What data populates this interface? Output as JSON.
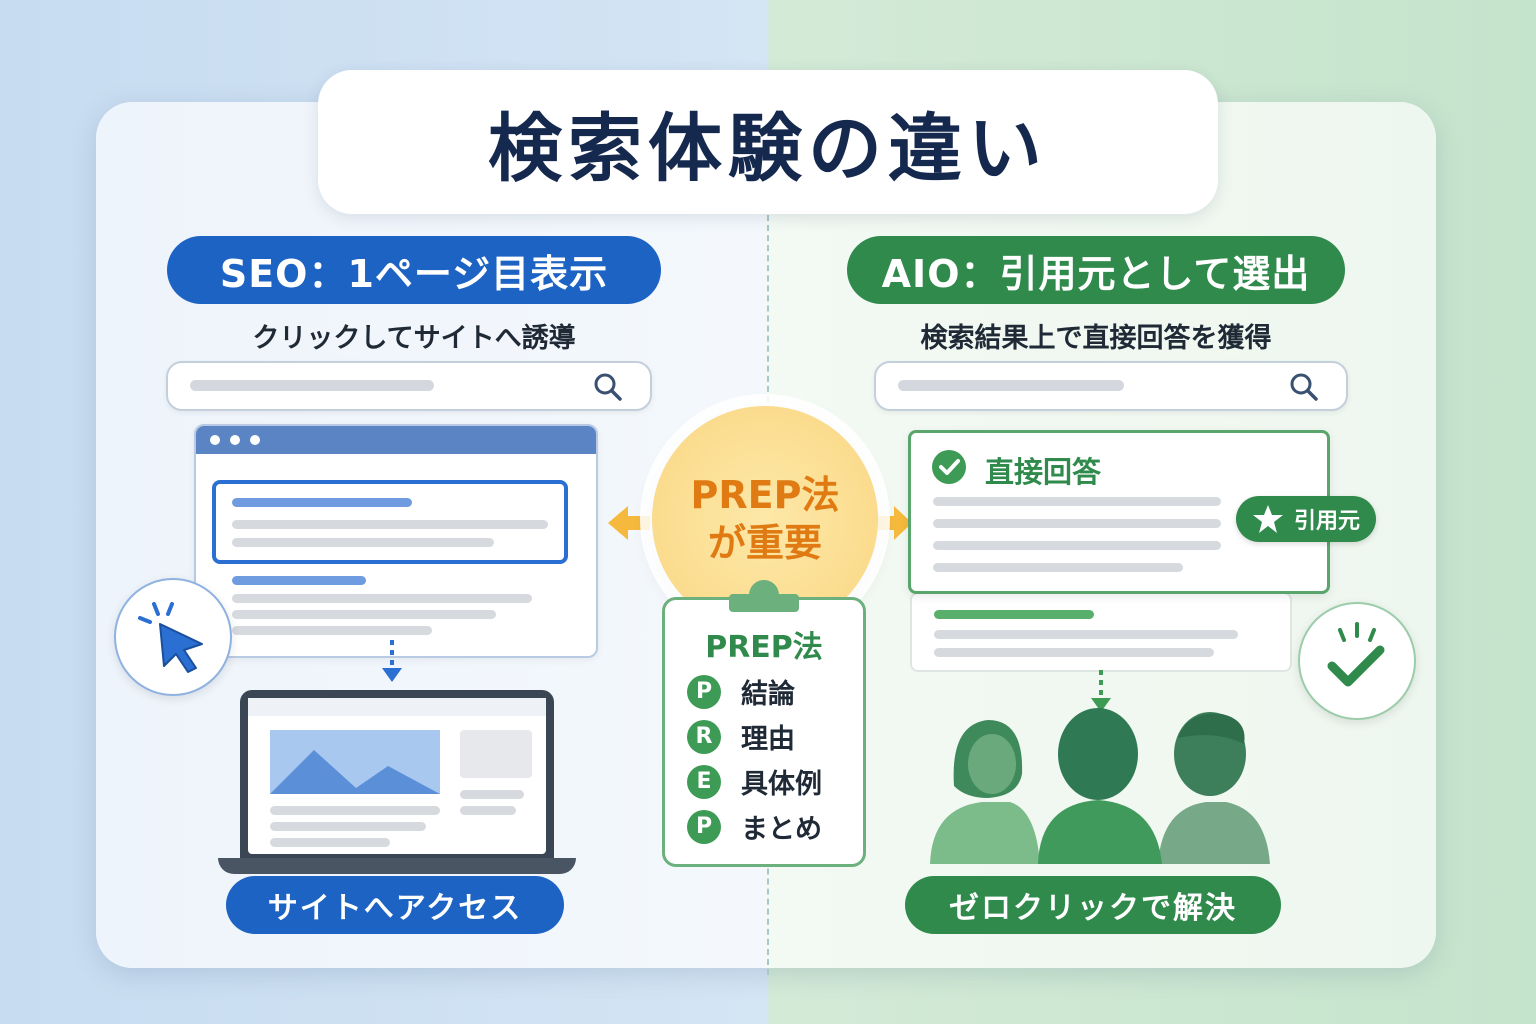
{
  "title": "検索体験の違い",
  "left": {
    "heading": "SEO：1ページ目表示",
    "subtitle": "クリックしてサイトへ誘導",
    "bottom_label": "サイトへアクセス"
  },
  "right": {
    "heading": "AIO：引用元として選出",
    "subtitle": "検索結果上で直接回答を獲得",
    "answer_title": "直接回答",
    "citation_badge": "引用元",
    "bottom_label": "ゼロクリックで解決"
  },
  "center": {
    "circle_line1": "PREP法",
    "circle_line2": "が重要",
    "card_title": "PREP法",
    "items": [
      {
        "letter": "P",
        "label": "結論"
      },
      {
        "letter": "R",
        "label": "理由"
      },
      {
        "letter": "E",
        "label": "具体例"
      },
      {
        "letter": "P",
        "label": "まとめ"
      }
    ]
  },
  "colors": {
    "seo_blue": "#1d63c4",
    "aio_green": "#2f8a4c",
    "prep_orange": "#e07a12",
    "title_navy": "#15294f"
  },
  "icons": [
    "search-icon",
    "cursor-click-icon",
    "check-circle-icon",
    "star-icon",
    "down-arrow-icon",
    "double-arrow-icon"
  ]
}
